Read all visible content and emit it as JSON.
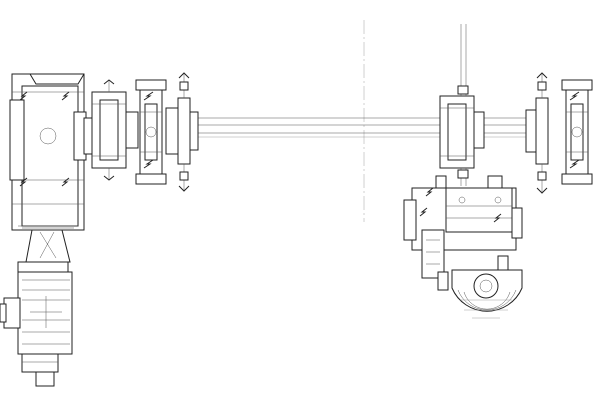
{
  "drawing": {
    "background": "#ffffff",
    "line_color": "#222222",
    "components": [
      "gear-reducer",
      "electric-motor",
      "flange-coupling-left",
      "pillow-block-bearing-left",
      "shaft-collar-left",
      "drive-shaft",
      "center-line",
      "flange-coupling-right",
      "shaft-collar-right",
      "pillow-block-bearing-right",
      "brake-assembly",
      "brake-drum"
    ],
    "icons": [
      "weld-symbol-icon"
    ]
  }
}
